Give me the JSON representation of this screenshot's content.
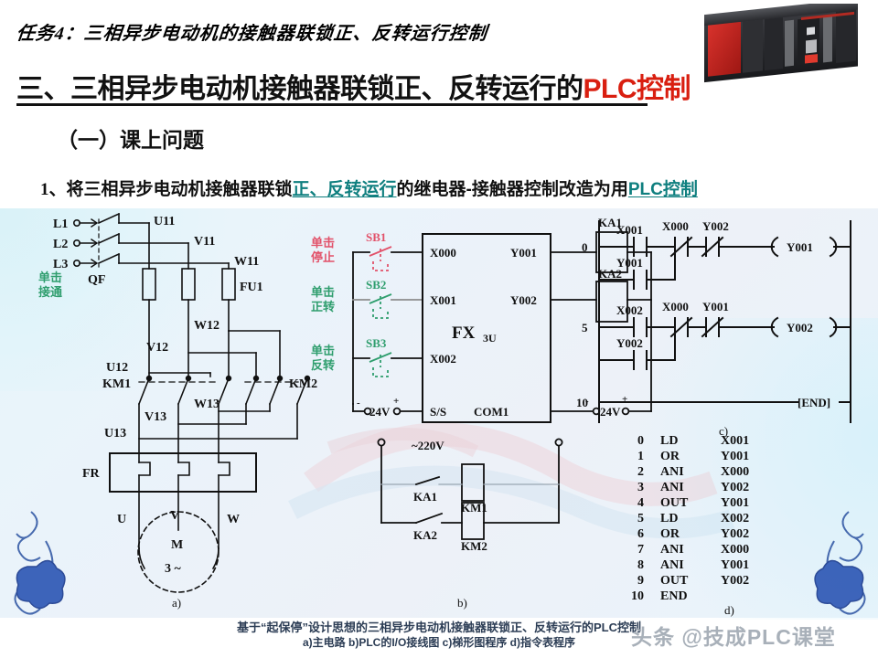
{
  "header": {
    "task_title": "任务4：三相异步电动机的接触器联锁正、反转运行控制",
    "main_heading_black": "三、三相异步电动机接触器联锁正、反转运行的",
    "main_heading_red": "PLC控制",
    "sub_heading": "（一）课上问题",
    "item1_num": "1、",
    "item1_a": "将三相异步电动机接触器联锁",
    "item1_link1": "正、反转运行",
    "item1_b": "的继电器-接触器控制改造为用",
    "item1_link2": "PLC控制",
    "photo_name": "plc-module-photo"
  },
  "colors": {
    "accent_red": "#d91f10",
    "accent_teal": "#0f7f7f",
    "stop_red": "#e2526a",
    "green": "#2f9e6e",
    "ink": "#1a2b3c"
  },
  "figure": {
    "main_circuit": {
      "label": "a)",
      "supply": [
        "L1",
        "L2",
        "L3"
      ],
      "breaker": "QF",
      "breaker_note_1": "单击",
      "breaker_note_2": "接通",
      "phase_top": [
        "U11",
        "V11",
        "W11"
      ],
      "fuse": "FU1",
      "phase_mid": [
        "U12",
        "V12",
        "W12"
      ],
      "contactor_left": "KM1",
      "contactor_right": "KM2",
      "phase_low": [
        "U13",
        "V13",
        "W13"
      ],
      "overload": "FR",
      "motor_terms": [
        "U",
        "V",
        "W"
      ],
      "motor_label_1": "M",
      "motor_label_2": "3 ~"
    },
    "io_wiring": {
      "label": "b)",
      "buttons": [
        {
          "name": "SB1",
          "note1": "单击",
          "note2": "停止",
          "color": "stop"
        },
        {
          "name": "SB2",
          "note1": "单击",
          "note2": "正转",
          "color": "green"
        },
        {
          "name": "SB3",
          "note1": "单击",
          "note2": "反转",
          "color": "green"
        }
      ],
      "plc_model": "FX",
      "plc_model_sub": "3U",
      "inputs": [
        "X000",
        "X001",
        "X002"
      ],
      "outputs": [
        "Y001",
        "Y002"
      ],
      "common_in": "S/S",
      "common_out": "COM1",
      "supply_in": "24V",
      "supply_out": "24V",
      "minus": "-",
      "plus": "+",
      "relays": [
        "KA1",
        "KA2"
      ],
      "ac_supply": "~220V",
      "contacts": [
        "KA1",
        "KA2"
      ],
      "coils": [
        "KM1",
        "KM2"
      ]
    },
    "ladder": {
      "label": "c)",
      "rungs": [
        {
          "step": "0",
          "top_contact": "X001",
          "branch_contact": "Y001",
          "series": [
            "X000",
            "Y002"
          ],
          "coil": "Y001"
        },
        {
          "step": "5",
          "top_contact": "X002",
          "branch_contact": "Y002",
          "series": [
            "X000",
            "Y001"
          ],
          "coil": "Y002"
        }
      ],
      "end_step": "10",
      "end_label": "[END]"
    },
    "instruction_list": {
      "label": "d)",
      "rows": [
        {
          "step": "0",
          "op": "LD",
          "operand": "X001"
        },
        {
          "step": "1",
          "op": "OR",
          "operand": "Y001"
        },
        {
          "step": "2",
          "op": "ANI",
          "operand": "X000"
        },
        {
          "step": "3",
          "op": "ANI",
          "operand": "Y002"
        },
        {
          "step": "4",
          "op": "OUT",
          "operand": "Y001"
        },
        {
          "step": "5",
          "op": "LD",
          "operand": "X002"
        },
        {
          "step": "6",
          "op": "OR",
          "operand": "Y002"
        },
        {
          "step": "7",
          "op": "ANI",
          "operand": "X000"
        },
        {
          "step": "8",
          "op": "ANI",
          "operand": "Y001"
        },
        {
          "step": "9",
          "op": "OUT",
          "operand": "Y002"
        },
        {
          "step": "10",
          "op": "END",
          "operand": ""
        }
      ]
    },
    "caption_line1": "基于“起保停”设计思想的三相异步电动机接触器联锁正、反转运行的PLC控制",
    "caption_line2": "a)主电路 b)PLC的I/O接线图 c)梯形图程序 d)指令表程序"
  },
  "watermark": "头条 @技成PLC课堂"
}
